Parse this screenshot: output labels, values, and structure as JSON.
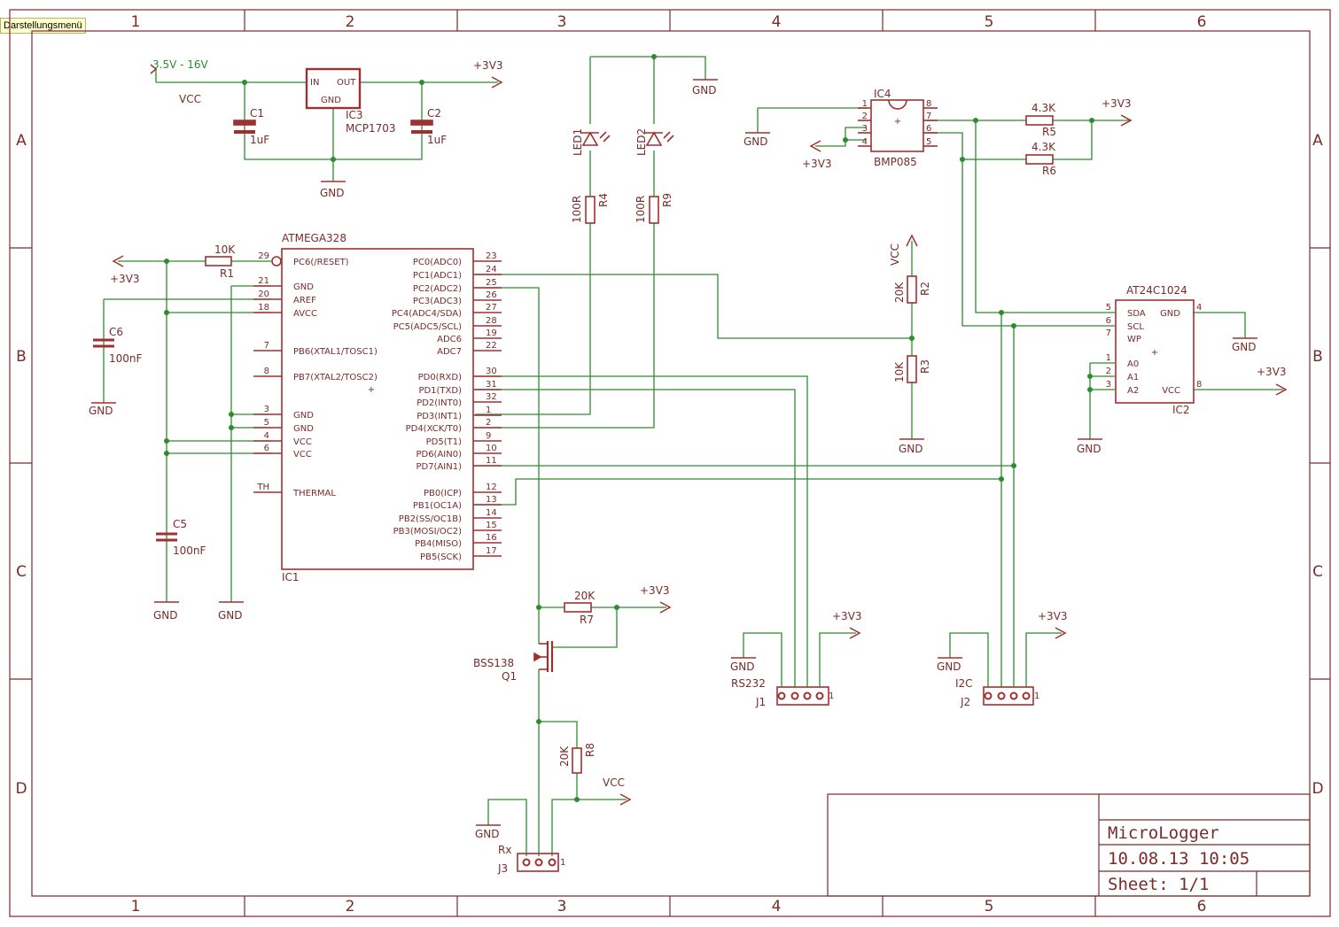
{
  "tooltip": "Darstellungsmenü",
  "frame": {
    "columns": [
      "1",
      "2",
      "3",
      "4",
      "5",
      "6"
    ],
    "rows": [
      "A",
      "B",
      "C",
      "D"
    ]
  },
  "title_block": {
    "name": "MicroLogger",
    "date": "10.08.13 10:05",
    "sheet": "Sheet: 1/1"
  },
  "power_reg": {
    "input_range": "3.5V - 16V",
    "vcc": "VCC",
    "out": "+3V3",
    "gnd": "GND",
    "pin_in": "IN",
    "pin_out": "OUT",
    "pin_gnd": "GND",
    "name": "IC3",
    "value": "MCP1703",
    "c1_name": "C1",
    "c1_value": "1uF",
    "c2_name": "C2",
    "c2_value": "1uF"
  },
  "mcu": {
    "value": "ATMEGA328",
    "name": "IC1",
    "left_pins": [
      {
        "num": "29",
        "label": "PC6(/RESET)"
      },
      {
        "num": "21",
        "label": "GND"
      },
      {
        "num": "20",
        "label": "AREF"
      },
      {
        "num": "18",
        "label": "AVCC"
      },
      {
        "num": "7",
        "label": "PB6(XTAL1/TOSC1)"
      },
      {
        "num": "8",
        "label": "PB7(XTAL2/TOSC2)"
      },
      {
        "num": "3",
        "label": "GND"
      },
      {
        "num": "5",
        "label": "GND"
      },
      {
        "num": "4",
        "label": "VCC"
      },
      {
        "num": "6",
        "label": "VCC"
      },
      {
        "num": "TH",
        "label": "THERMAL"
      }
    ],
    "right_pins": [
      {
        "num": "23",
        "label": "PC0(ADC0)"
      },
      {
        "num": "24",
        "label": "PC1(ADC1)"
      },
      {
        "num": "25",
        "label": "PC2(ADC2)"
      },
      {
        "num": "26",
        "label": "PC3(ADC3)"
      },
      {
        "num": "27",
        "label": "PC4(ADC4/SDA)"
      },
      {
        "num": "28",
        "label": "PC5(ADC5/SCL)"
      },
      {
        "num": "19",
        "label": "ADC6"
      },
      {
        "num": "22",
        "label": "ADC7"
      },
      {
        "num": "30",
        "label": "PD0(RXD)"
      },
      {
        "num": "31",
        "label": "PD1(TXD)"
      },
      {
        "num": "32",
        "label": "PD2(INT0)"
      },
      {
        "num": "1",
        "label": "PD3(INT1)"
      },
      {
        "num": "2",
        "label": "PD4(XCK/T0)"
      },
      {
        "num": "9",
        "label": "PD5(T1)"
      },
      {
        "num": "10",
        "label": "PD6(AIN0)"
      },
      {
        "num": "11",
        "label": "PD7(AIN1)"
      },
      {
        "num": "12",
        "label": "PB0(ICP)"
      },
      {
        "num": "13",
        "label": "PB1(OC1A)"
      },
      {
        "num": "14",
        "label": "PB2(SS/OC1B)"
      },
      {
        "num": "15",
        "label": "PB3(MOSI/OC2)"
      },
      {
        "num": "16",
        "label": "PB4(MISO)"
      },
      {
        "num": "17",
        "label": "PB5(SCK)"
      }
    ]
  },
  "reset": {
    "r_name": "R1",
    "r_value": "10K",
    "supply": "+3V3"
  },
  "decoupling": {
    "c6_name": "C6",
    "c6_value": "100nF",
    "c5_name": "C5",
    "c5_value": "100nF",
    "gnd": "GND"
  },
  "leds": {
    "led1": "LED1",
    "led2": "LED2",
    "r4_name": "R4",
    "r4_value": "100R",
    "r9_name": "R9",
    "r9_value": "100R",
    "gnd": "GND"
  },
  "bmp": {
    "name": "IC4",
    "value": "BMP085",
    "pins": [
      "1",
      "2",
      "3",
      "4",
      "8",
      "7",
      "6",
      "5"
    ],
    "gnd": "GND",
    "supply": "+3V3",
    "r5_name": "R5",
    "r5_value": "4.3K",
    "r6_name": "R6",
    "r6_value": "4.3K",
    "pullup_supply": "+3V3"
  },
  "divider": {
    "vcc": "VCC",
    "r2_name": "R2",
    "r2_value": "20K",
    "r3_name": "R3",
    "r3_value": "10K",
    "gnd": "GND"
  },
  "eeprom": {
    "value": "AT24C1024",
    "name": "IC2",
    "left_pins": [
      {
        "num": "5",
        "label": "SDA"
      },
      {
        "num": "6",
        "label": "SCL"
      },
      {
        "num": "7",
        "label": "WP"
      },
      {
        "num": "1",
        "label": "A0"
      },
      {
        "num": "2",
        "label": "A1"
      },
      {
        "num": "3",
        "label": "A2"
      }
    ],
    "right_pins": [
      {
        "num": "4",
        "label": "GND"
      },
      {
        "num": "8",
        "label": "VCC"
      }
    ],
    "gnd": "GND",
    "supply": "+3V3"
  },
  "level_shift": {
    "r7_name": "R7",
    "r7_value": "20K",
    "supply": "+3V3",
    "q_value": "BSS138",
    "q_name": "Q1",
    "r8_name": "R8",
    "r8_value": "20K",
    "vcc": "VCC"
  },
  "connectors": {
    "j1_label": "RS232",
    "j1_name": "J1",
    "j1_supply": "+3V3",
    "j1_gnd": "GND",
    "j1_pin": "1",
    "j2_label": "I2C",
    "j2_name": "J2",
    "j2_supply": "+3V3",
    "j2_gnd": "GND",
    "j2_pin": "1",
    "j3_label": "Rx",
    "j3_name": "J3",
    "j3_gnd": "GND",
    "j3_pin": "1"
  },
  "colors": {
    "frame": "#7a2a2a",
    "symbol": "#a03030",
    "wire": "#2e8b2e",
    "junction": "#2e8b2e",
    "background": "#ffffff"
  }
}
